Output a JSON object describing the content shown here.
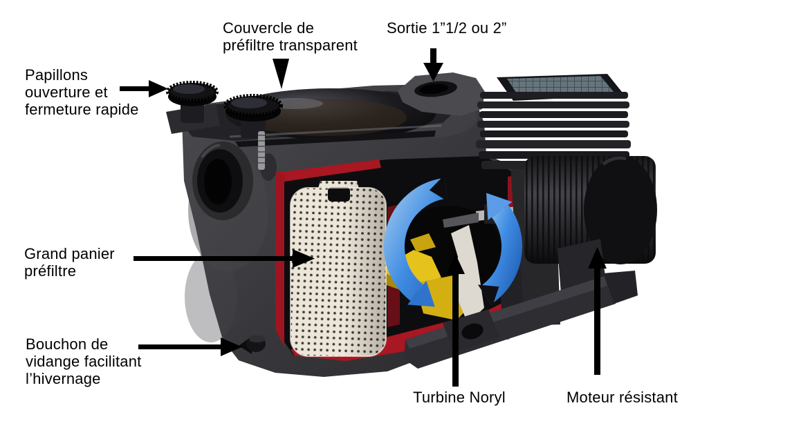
{
  "diagram": {
    "subject": "Pompe de filtration de piscine — vue en coupe annotée",
    "background": "#ffffff",
    "annotations": {
      "couvercle": {
        "lines": [
          "Couvercle de",
          "préfiltre transparent"
        ],
        "arrow_icon": "down-arrow-icon"
      },
      "sortie": {
        "lines": [
          "Sortie 1”1/2 ou 2”"
        ],
        "arrow_icon": "down-arrow-icon"
      },
      "papillons": {
        "lines": [
          "Papillons",
          "ouverture et",
          "fermeture rapide"
        ],
        "arrow_icon": "right-arrow-icon"
      },
      "panier": {
        "lines": [
          "Grand panier",
          "préfiltre"
        ],
        "arrow_icon": "right-arrow-icon"
      },
      "bouchon": {
        "lines": [
          "Bouchon de",
          "vidange facilitant",
          "l’hivernage"
        ],
        "arrow_icon": "right-arrow-icon"
      },
      "turbine": {
        "lines": [
          "Turbine Noryl"
        ],
        "arrow_icon": "up-arrow-icon"
      },
      "moteur": {
        "lines": [
          "Moteur résistant"
        ],
        "arrow_icon": "up-arrow-icon"
      }
    },
    "colors": {
      "label_text": "#000000",
      "callout_arrow": "#000000",
      "pump_body_grey": "#3a3a3d",
      "lid_gloss_black": "#0b0b0d",
      "basket_cream": "#ece5da",
      "cut_edge_red": "#a81722",
      "flow_symbol_blue": "#3f8ce2",
      "impeller_yellow": "#e6c31c",
      "motor_black": "#1b1b1e"
    }
  }
}
